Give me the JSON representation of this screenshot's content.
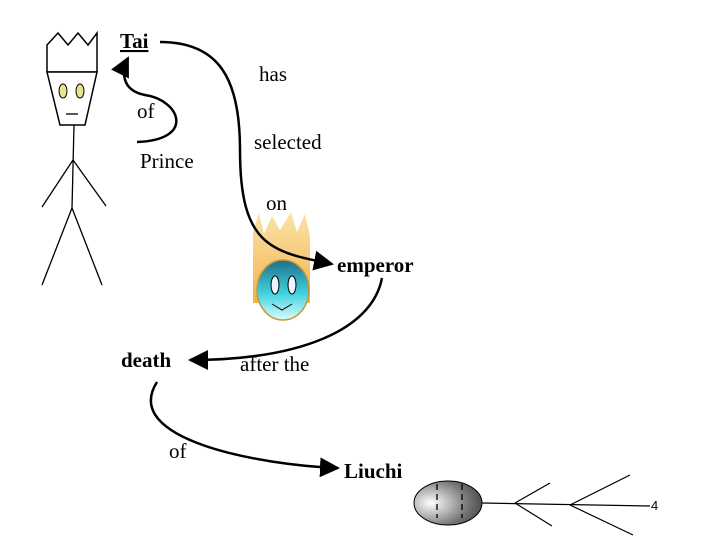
{
  "slide": {
    "page_number": "4",
    "colors": {
      "tai": "#9999dd",
      "emperor": "#996600",
      "death": "#7a5c2e",
      "liuchi": "#333333",
      "flame": "#f3c36b",
      "face": "#44d6e0"
    },
    "words": {
      "tai": "Tai",
      "has": "has",
      "of1": "of",
      "prince": "Prince",
      "selected": "selected",
      "on": "on",
      "emperor": "emperor",
      "death": "death",
      "after_the": "after the",
      "of2": "of",
      "liuchi": "Liuchi"
    },
    "figures": {
      "prince_figure": "stick-figure-with-crown",
      "emperor_figure": "flaming-face",
      "liuchi_figure": "fallen-figure"
    }
  }
}
